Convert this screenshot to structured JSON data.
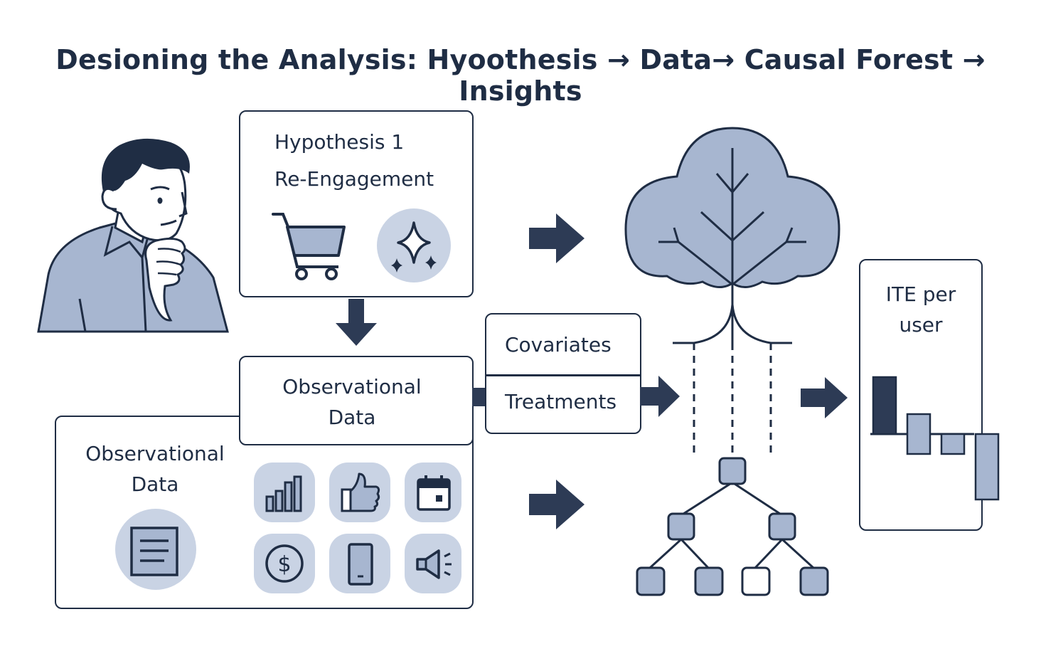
{
  "title": "Desioning the Analysis: Hyoothesis → Data→ Causal Forest → Insights",
  "hypothesis": {
    "line1": "Hypothesis 1",
    "line2": "Re-Engagement"
  },
  "observational_data_header": {
    "line1": "Observational",
    "line2": "Data"
  },
  "observational_data_panel": {
    "line1": "Observational",
    "line2": "Data"
  },
  "variables": {
    "covariates": "Covariates",
    "treatments": "Treatments"
  },
  "output": {
    "line1": "ITE per",
    "line2": "user"
  },
  "ite_bars": {
    "values": [
      1.0,
      0.35,
      -0.35,
      -1.15
    ],
    "colors": [
      "#2d3b55",
      "#a7b6d0",
      "#a7b6d0",
      "#a7b6d0"
    ]
  },
  "colors": {
    "ink": "#1f2d44",
    "fill": "#a7b6d0",
    "tile": "#c9d3e4",
    "arrow": "#2d3b55"
  },
  "icons": {
    "hypothesis": [
      "shopping-cart-icon",
      "sparkle-icon"
    ],
    "data_sources": [
      "bar-chart-icon",
      "thumbs-up-icon",
      "calendar-icon",
      "dollar-icon",
      "mobile-phone-icon",
      "megaphone-icon"
    ],
    "dataset": "document-icon"
  }
}
